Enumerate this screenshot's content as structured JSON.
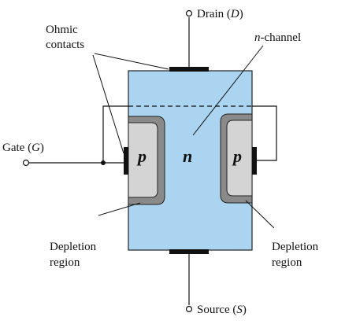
{
  "labels": {
    "drain": "Drain",
    "drain_symbol": "D",
    "source": "Source",
    "source_symbol": "S",
    "gate": "Gate",
    "gate_symbol": "G",
    "ohmic_line1": "Ohmic",
    "ohmic_line2": "contacts",
    "nchannel_prefix": "n",
    "nchannel_suffix": "-channel",
    "n_region": "n",
    "p_left": "p",
    "p_right": "p",
    "depl_left_line1": "Depletion",
    "depl_left_line2": "region",
    "depl_right_line1": "Depletion",
    "depl_right_line2": "region"
  },
  "colors": {
    "channel": "#aad4ef",
    "p_region": "#d4d4d4",
    "depletion": "#8a8a8a",
    "contact": "#111111"
  }
}
